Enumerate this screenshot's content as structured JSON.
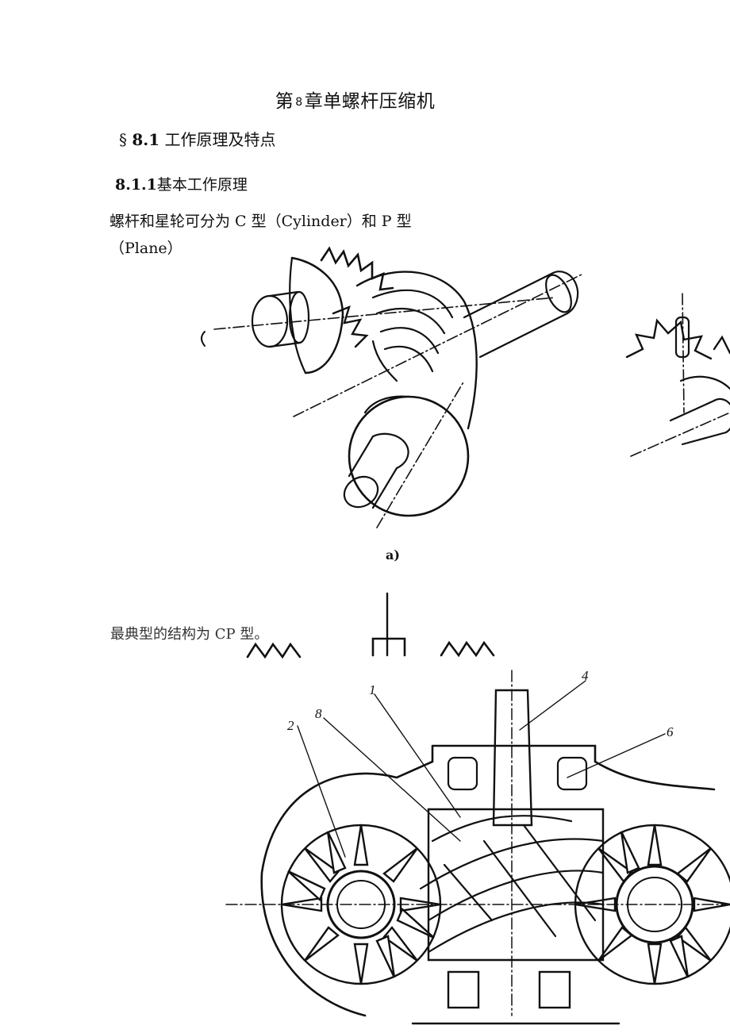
{
  "chapter": {
    "prefix": "第",
    "number": "8",
    "suffix": "章单螺杆压缩机"
  },
  "section": {
    "symbol": "§",
    "number": "8.1",
    "title": "工作原理及特点"
  },
  "subsection": {
    "number": "8.1.1",
    "title": "基本工作原理"
  },
  "paragraph": {
    "line1": "螺杆和星轮可分为 C 型（Cylinder）和 P 型",
    "line2": "（Plane）"
  },
  "figure_a_caption": "a)",
  "paragraph2": "最典型的结构为 CP 型。",
  "figure_b_labels": [
    "1",
    "2",
    "4",
    "6",
    "8"
  ]
}
